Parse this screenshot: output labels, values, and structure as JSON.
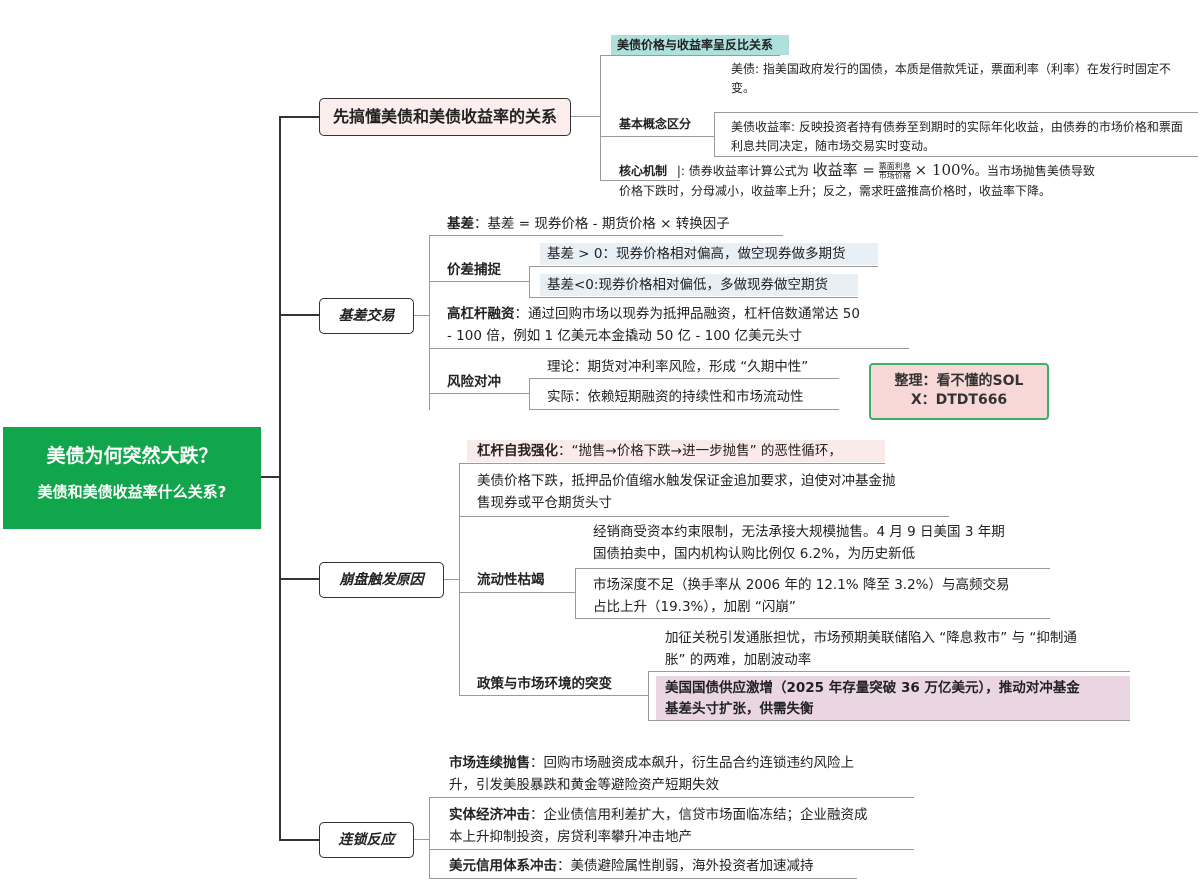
{
  "root": {
    "title": "美债为何突然大跌？",
    "subtitle": "美债和美债收益率什么关系?",
    "color": "#12a64c"
  },
  "branch1": {
    "label": "先搞懂美债和美债收益率的关系",
    "header": "美债价格与收益率呈反比关系",
    "concept_label": "基本概念区分",
    "concept_items": [
      "美债: 指美国政府发行的国债，本质是借款凭证，票面利率（利率）在发行时固定不变。",
      "美债收益率: 反映投资者持有债券至到期时的实际年化收益，由债券的市场价格和票面利息共同决定，随市场交易实时变动。"
    ],
    "mechanism_label": "核心机制",
    "mechanism_prefix": "|: 债券收益率计算公式为",
    "formula_lhs": "收益率 =",
    "formula_num": "票面利息",
    "formula_den": "市场价格",
    "formula_rhs": "× 100%",
    "mechanism_suffix": "。当市场抛售美债导致",
    "mechanism_line2": "价格下跌时，分母减小，收益率上升；反之，需求旺盛推高价格时，收益率下降。"
  },
  "branch2": {
    "label": "基差交易",
    "basis_label": "基差",
    "basis_text": "：基差 = 现券价格 - 期货价格 × 转换因子",
    "spread_label": "价差捕捉",
    "spread_items": [
      "基差 > 0：现券价格相对偏高，做空现券做多期货",
      "基差<0:现券价格相对偏低，多做现券做空期货"
    ],
    "leverage_label": "高杠杆融资",
    "leverage_text_1": "：通过回购市场以现券为抵押品融资，杠杆倍数通常达 50",
    "leverage_text_2": "- 100 倍，例如 1 亿美元本金撬动 50 亿 - 100 亿美元头寸",
    "hedge_label": "风险对冲",
    "hedge_items": [
      "理论：期货对冲利率风险，形成 “久期中性”",
      "实际：依赖短期融资的持续性和市场流动性"
    ]
  },
  "note": {
    "line1": "整理：看不懂的SOL",
    "line2": "X：DTDT666",
    "border_color": "#3fae6a",
    "fill_color": "#f8d7d7"
  },
  "branch3": {
    "label": "崩盘触发原因",
    "header_label": "杠杆自我强化",
    "header_text": "：“抛售→价格下跌→进一步抛售” 的恶性循环，",
    "margin_text_1": "美债价格下跌，抵押品价值缩水触发保证金追加要求，迫使对冲基金抛",
    "margin_text_2": "售现券或平仓期货头寸",
    "liquidity_label": "流动性枯竭",
    "liquidity_items": [
      {
        "l1": "经销商受资本约束限制，无法承接大规模抛售。4 月 9 日美国 3 年期",
        "l2": "国债拍卖中，国内机构认购比例仅 6.2%，为历史新低"
      },
      {
        "l1": "市场深度不足（换手率从 2006 年的 12.1% 降至 3.2%）与高频交易",
        "l2": "占比上升（19.3%），加剧 “闪崩”"
      }
    ],
    "policy_label": "政策与市场环境的突变",
    "policy_items": [
      {
        "l1": "加征关税引发通胀担忧，市场预期美联储陷入 “降息救市” 与 “抑制通",
        "l2": "胀” 的两难，加剧波动率"
      },
      {
        "l1": "美国国债供应激增（2025 年存量突破 36 万亿美元），推动对冲基金",
        "l2": "基差头寸扩张，供需失衡"
      }
    ]
  },
  "branch4": {
    "label": "连锁反应",
    "items": [
      {
        "label": "市场连续抛售",
        "l1": "：回购市场融资成本飙升，衍生品合约连锁违约风险上",
        "l2": "升，引发美股暴跌和黄金等避险资产短期失效"
      },
      {
        "label": "实体经济冲击",
        "l1": "：企业债信用利差扩大，信贷市场面临冻结；企业融资成",
        "l2": "本上升抑制投资，房贷利率攀升冲击地产"
      },
      {
        "label": "美元信用体系冲击",
        "l1": "：美债避险属性削弱，海外投资者加速减持",
        "l2": ""
      }
    ]
  }
}
